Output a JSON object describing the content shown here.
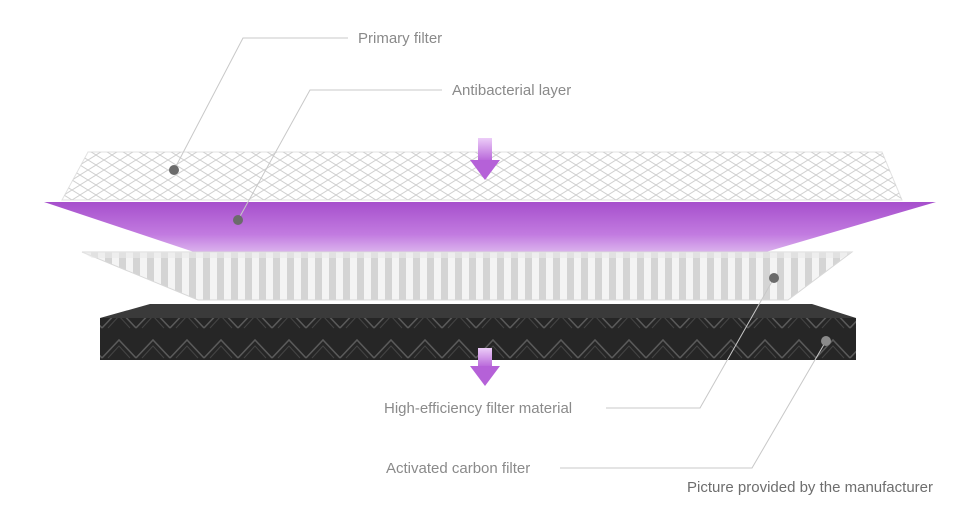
{
  "labels": {
    "primary_filter": "Primary filter",
    "antibacterial_layer": "Antibacterial layer",
    "hepa_material": "High-efficiency filter material",
    "carbon_filter": "Activated carbon filter"
  },
  "credit": "Picture provided by the manufacturer",
  "colors": {
    "accent_purple": "#b561d8",
    "carbon_dark": "#2a2a2a",
    "leader_line": "#c8c8c8",
    "label_text": "#8a8a8a"
  }
}
